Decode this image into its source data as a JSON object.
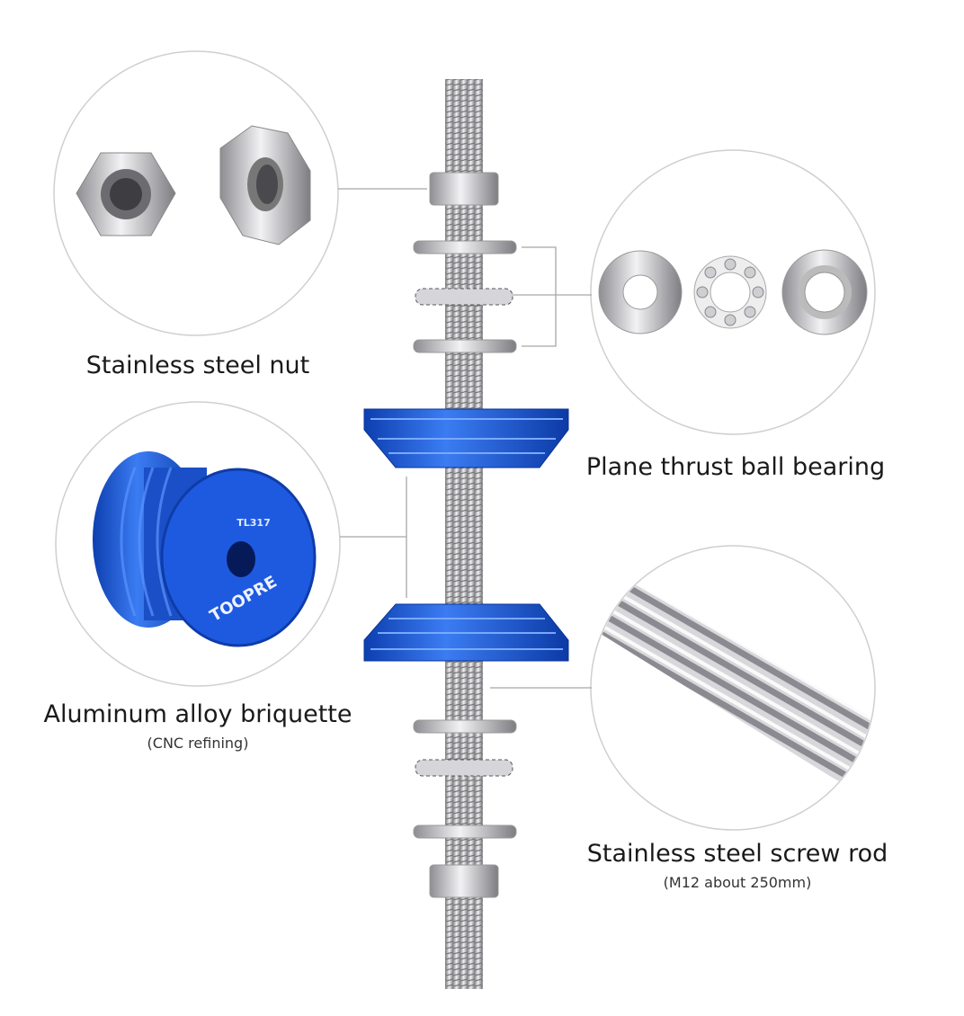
{
  "labels": {
    "nut": {
      "title": "Stainless steel nut"
    },
    "bearing": {
      "title": "Plane thrust ball bearing"
    },
    "briquette": {
      "title": "Aluminum alloy briquette",
      "subtitle": "(CNC refining)"
    },
    "rod": {
      "title": "Stainless steel screw rod",
      "subtitle": "(M12 about 250mm)"
    }
  },
  "part_marking": {
    "model": "TL317",
    "brand": "TOOPRE"
  },
  "colors": {
    "blue": "#1f56d6",
    "steel": "#c9c9cc",
    "line": "#9a9a9a"
  }
}
